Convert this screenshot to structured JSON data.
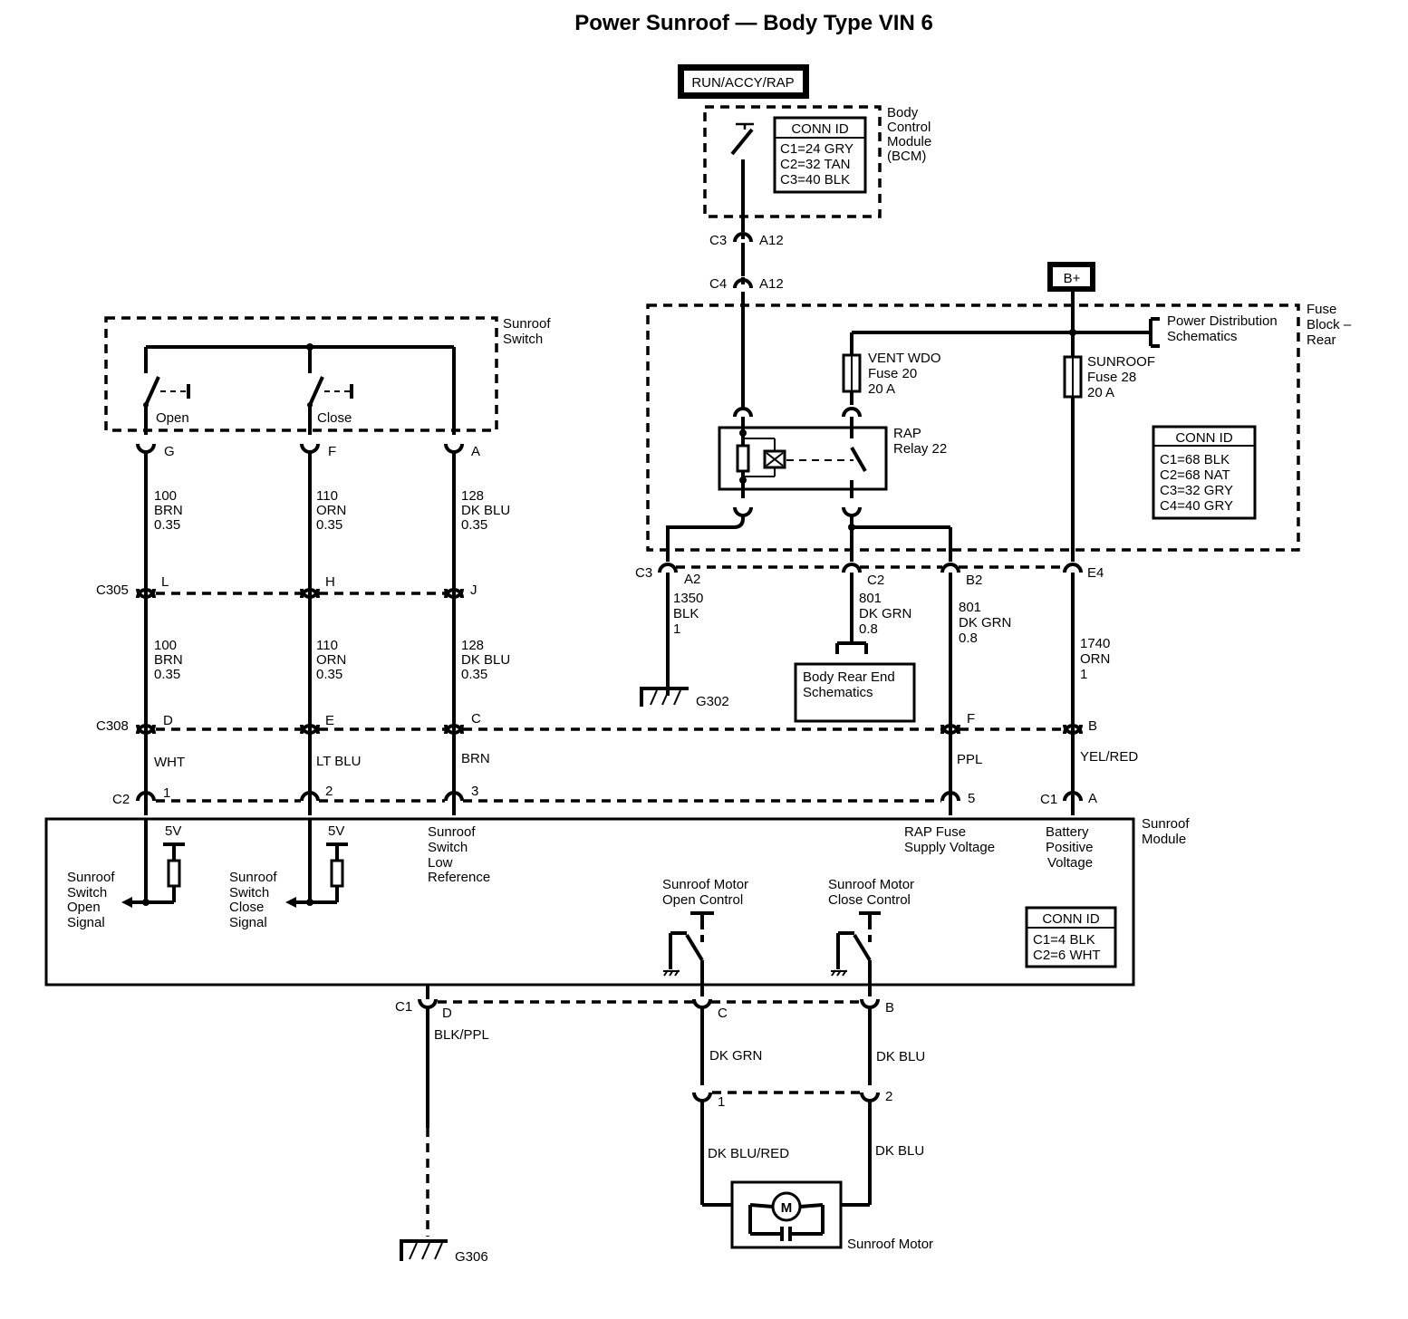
{
  "title": "Power Sunroof — Body  Type VIN  6",
  "power_sources": {
    "run_accy_rap": "RUN/ACCY/RAP",
    "b_plus": "B+"
  },
  "bcm": {
    "label": [
      "Body",
      "Control",
      "Module",
      "(BCM)"
    ],
    "conn_id_title": "CONN ID",
    "conn_ids": [
      "C1=24 GRY",
      "C2=32 TAN",
      "C3=40 BLK"
    ]
  },
  "bcm_connectors": [
    {
      "conn": "C3",
      "pin": "A12"
    },
    {
      "conn": "C4",
      "pin": "A12"
    }
  ],
  "fuse_block": {
    "label": [
      "Fuse",
      "Block –",
      "Rear"
    ],
    "power_dist": [
      "Power Distribution",
      "Schematics"
    ],
    "vent_fuse": [
      "VENT WDO",
      "Fuse 20",
      "20 A"
    ],
    "sunroof_fuse": [
      "SUNROOF",
      "Fuse 28",
      "20 A"
    ],
    "relay": [
      "RAP",
      "Relay 22"
    ],
    "conn_id_title": "CONN ID",
    "conn_ids": [
      "C1=68 BLK",
      "C2=68 NAT",
      "C3=32 GRY",
      "C4=40 GRY"
    ]
  },
  "fuse_block_connectors": {
    "c3": "C3",
    "a2": "A2",
    "c2": "C2",
    "b2": "B2",
    "e4": "E4"
  },
  "fuse_wires": {
    "blk": [
      "1350",
      "BLK",
      "1"
    ],
    "dkgrn_a": [
      "801",
      "DK GRN",
      "0.8"
    ],
    "dkgrn_b": [
      "801",
      "DK GRN",
      "0.8"
    ],
    "orn": [
      "1740",
      "ORN",
      "1"
    ]
  },
  "ground_g302": "G302",
  "body_rear_end": [
    "Body Rear End",
    "Schematics"
  ],
  "sunroof_switch": {
    "label": [
      "Sunroof",
      "Switch"
    ],
    "open": "Open",
    "close": "Close",
    "pins": [
      "G",
      "F",
      "A"
    ]
  },
  "switch_wires_upper": [
    [
      "100",
      "BRN",
      "0.35"
    ],
    [
      "110",
      "ORN",
      "0.35"
    ],
    [
      "128",
      "DK BLU",
      "0.35"
    ]
  ],
  "c305": {
    "name": "C305",
    "pins": [
      "L",
      "H",
      "J"
    ]
  },
  "switch_wires_lower": [
    [
      "100",
      "BRN",
      "0.35"
    ],
    [
      "110",
      "ORN",
      "0.35"
    ],
    [
      "128",
      "DK BLU",
      "0.35"
    ]
  ],
  "c308": {
    "name": "C308",
    "pins": [
      "D",
      "E",
      "C",
      "F",
      "B"
    ]
  },
  "c308_colors": [
    "WHT",
    "LT BLU",
    "BRN",
    "PPL",
    "YEL/RED"
  ],
  "module_c2": {
    "name": "C2",
    "pins": [
      "1",
      "2",
      "3",
      "5"
    ]
  },
  "module_c1_top": {
    "name": "C1",
    "pin": "A"
  },
  "sunroof_module": {
    "label": [
      "Sunroof",
      "Module"
    ],
    "v5": "5V",
    "open_signal": [
      "Sunroof",
      "Switch",
      "Open",
      "Signal"
    ],
    "close_signal": [
      "Sunroof",
      "Switch",
      "Close",
      "Signal"
    ],
    "low_ref": [
      "Sunroof",
      "Switch",
      "Low",
      "Reference"
    ],
    "rap_supply": [
      "RAP Fuse",
      "Supply Voltage"
    ],
    "battery": [
      "Battery",
      "Positive",
      "Voltage"
    ],
    "motor_open": [
      "Sunroof Motor",
      "Open Control"
    ],
    "motor_close": [
      "Sunroof Motor",
      "Close Control"
    ],
    "conn_id_title": "CONN ID",
    "conn_ids": [
      "C1=4 BLK",
      "C2=6 WHT"
    ]
  },
  "module_c1_bottom": {
    "name": "C1",
    "pins": [
      "D",
      "C",
      "B"
    ]
  },
  "bottom_wires": [
    "BLK/PPL",
    "DK GRN",
    "DK BLU"
  ],
  "motor_conn_pins": [
    "1",
    "2"
  ],
  "motor_wires": [
    "DK BLU/RED",
    "DK BLU"
  ],
  "motor": {
    "symbol": "M",
    "label": "Sunroof Motor"
  },
  "ground_g306": "G306"
}
